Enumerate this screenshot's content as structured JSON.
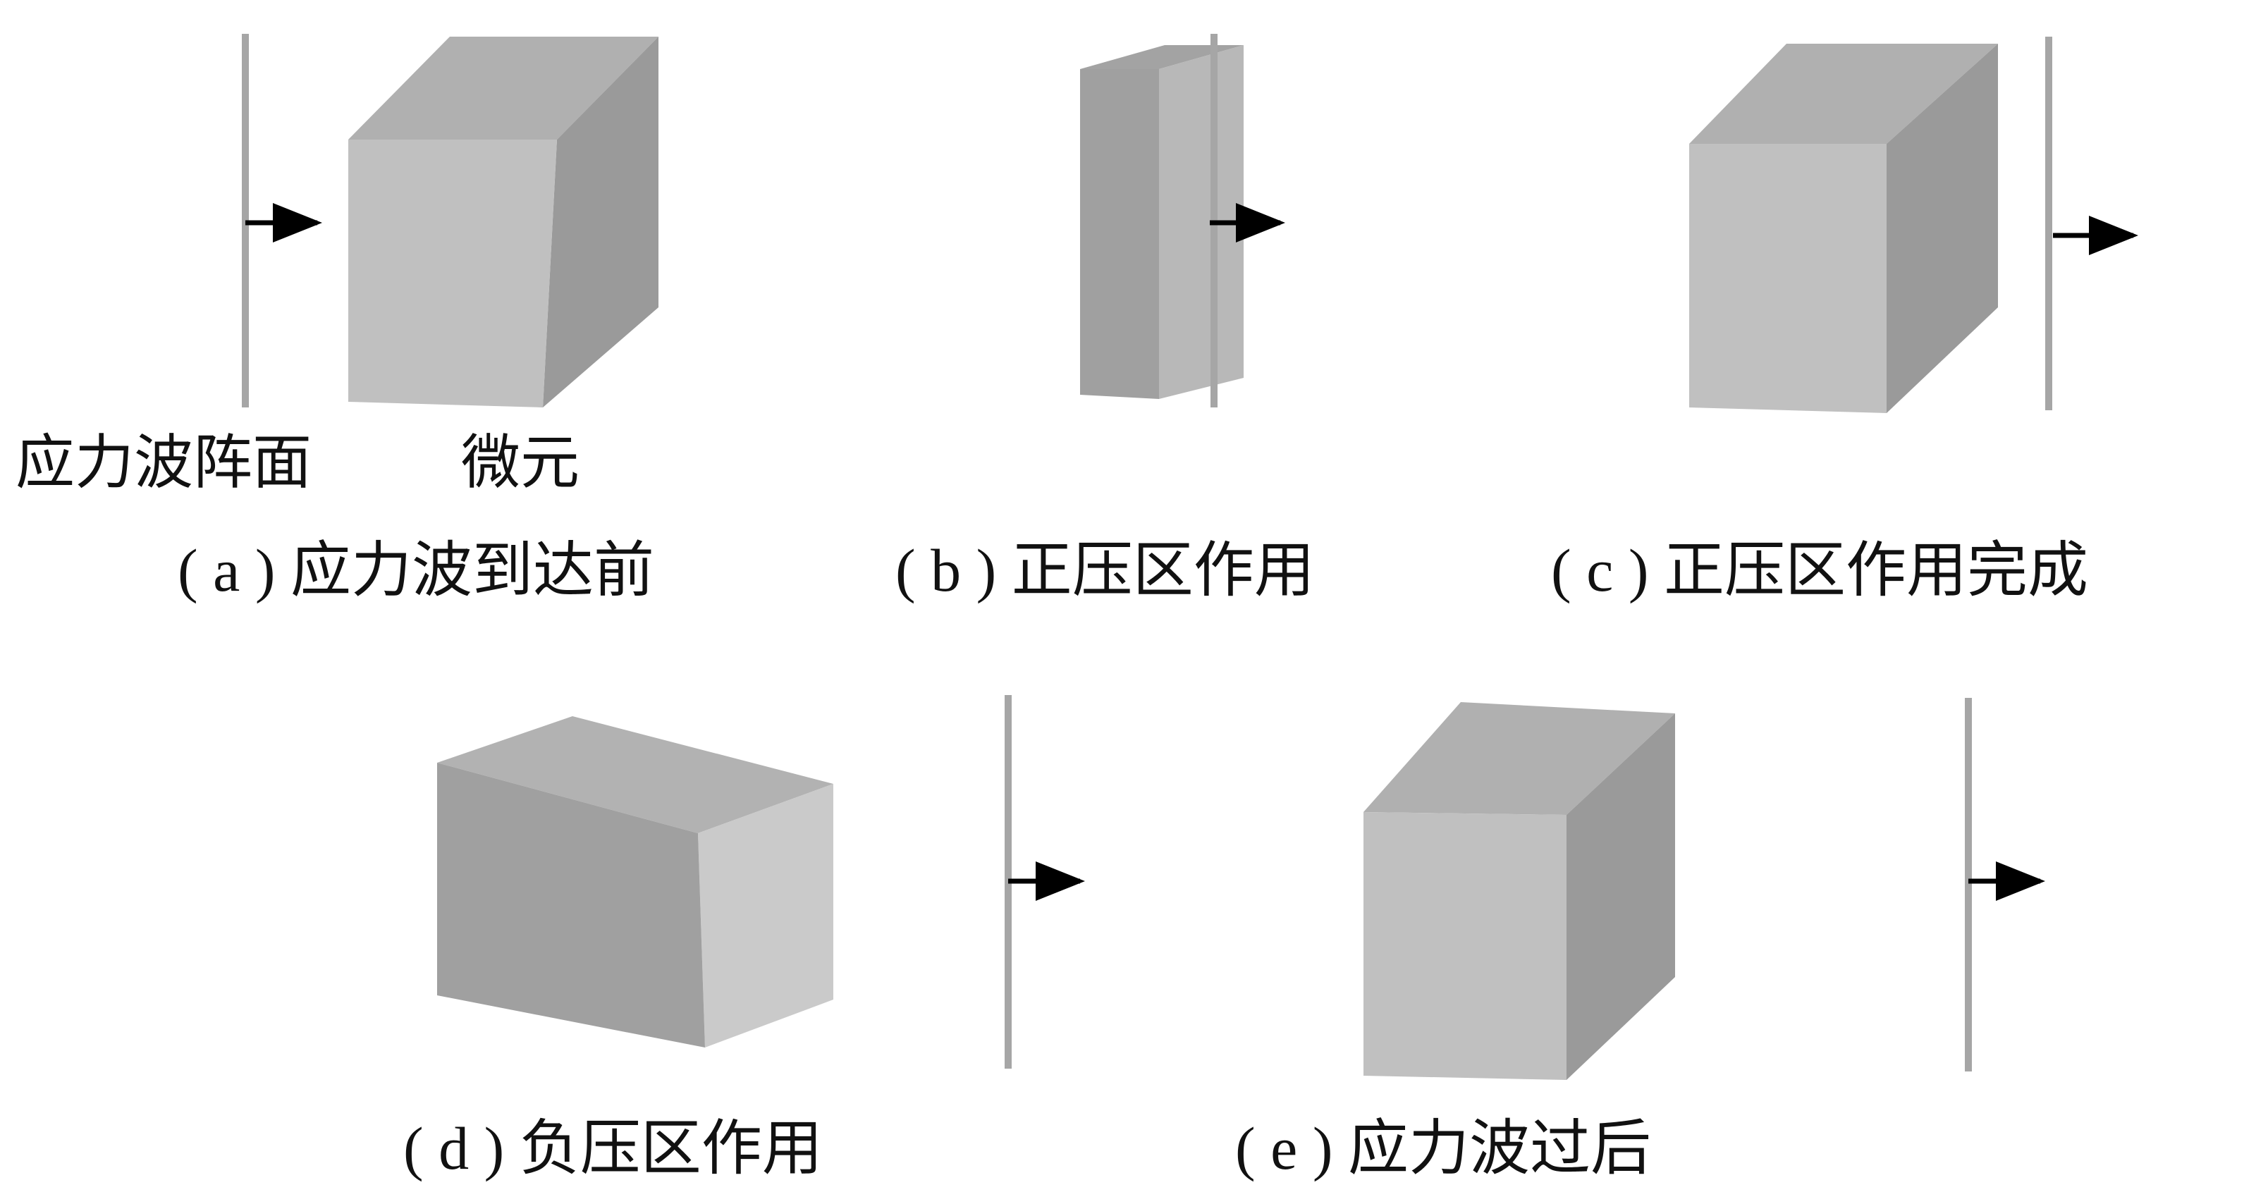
{
  "labels": {
    "wavefront": "应力波阵面",
    "element": "微元"
  },
  "panels": [
    {
      "id": "a",
      "letter": "a",
      "caption": "应力波到达前"
    },
    {
      "id": "b",
      "letter": "b",
      "caption": "正压区作用"
    },
    {
      "id": "c",
      "letter": "c",
      "caption": "正压区作用完成"
    },
    {
      "id": "d",
      "letter": "d",
      "caption": "负压区作用"
    },
    {
      "id": "e",
      "letter": "e",
      "caption": "应力波过后"
    }
  ],
  "colors": {
    "wave_line": "#a6a6a6",
    "arrow": "#000000",
    "face_front_light": "#c0c0c0",
    "face_top": "#b0b0b0",
    "face_side_dark": "#9a9a9a",
    "face_front_dark": "#a0a0a0",
    "face_side_light": "#cacaca"
  }
}
